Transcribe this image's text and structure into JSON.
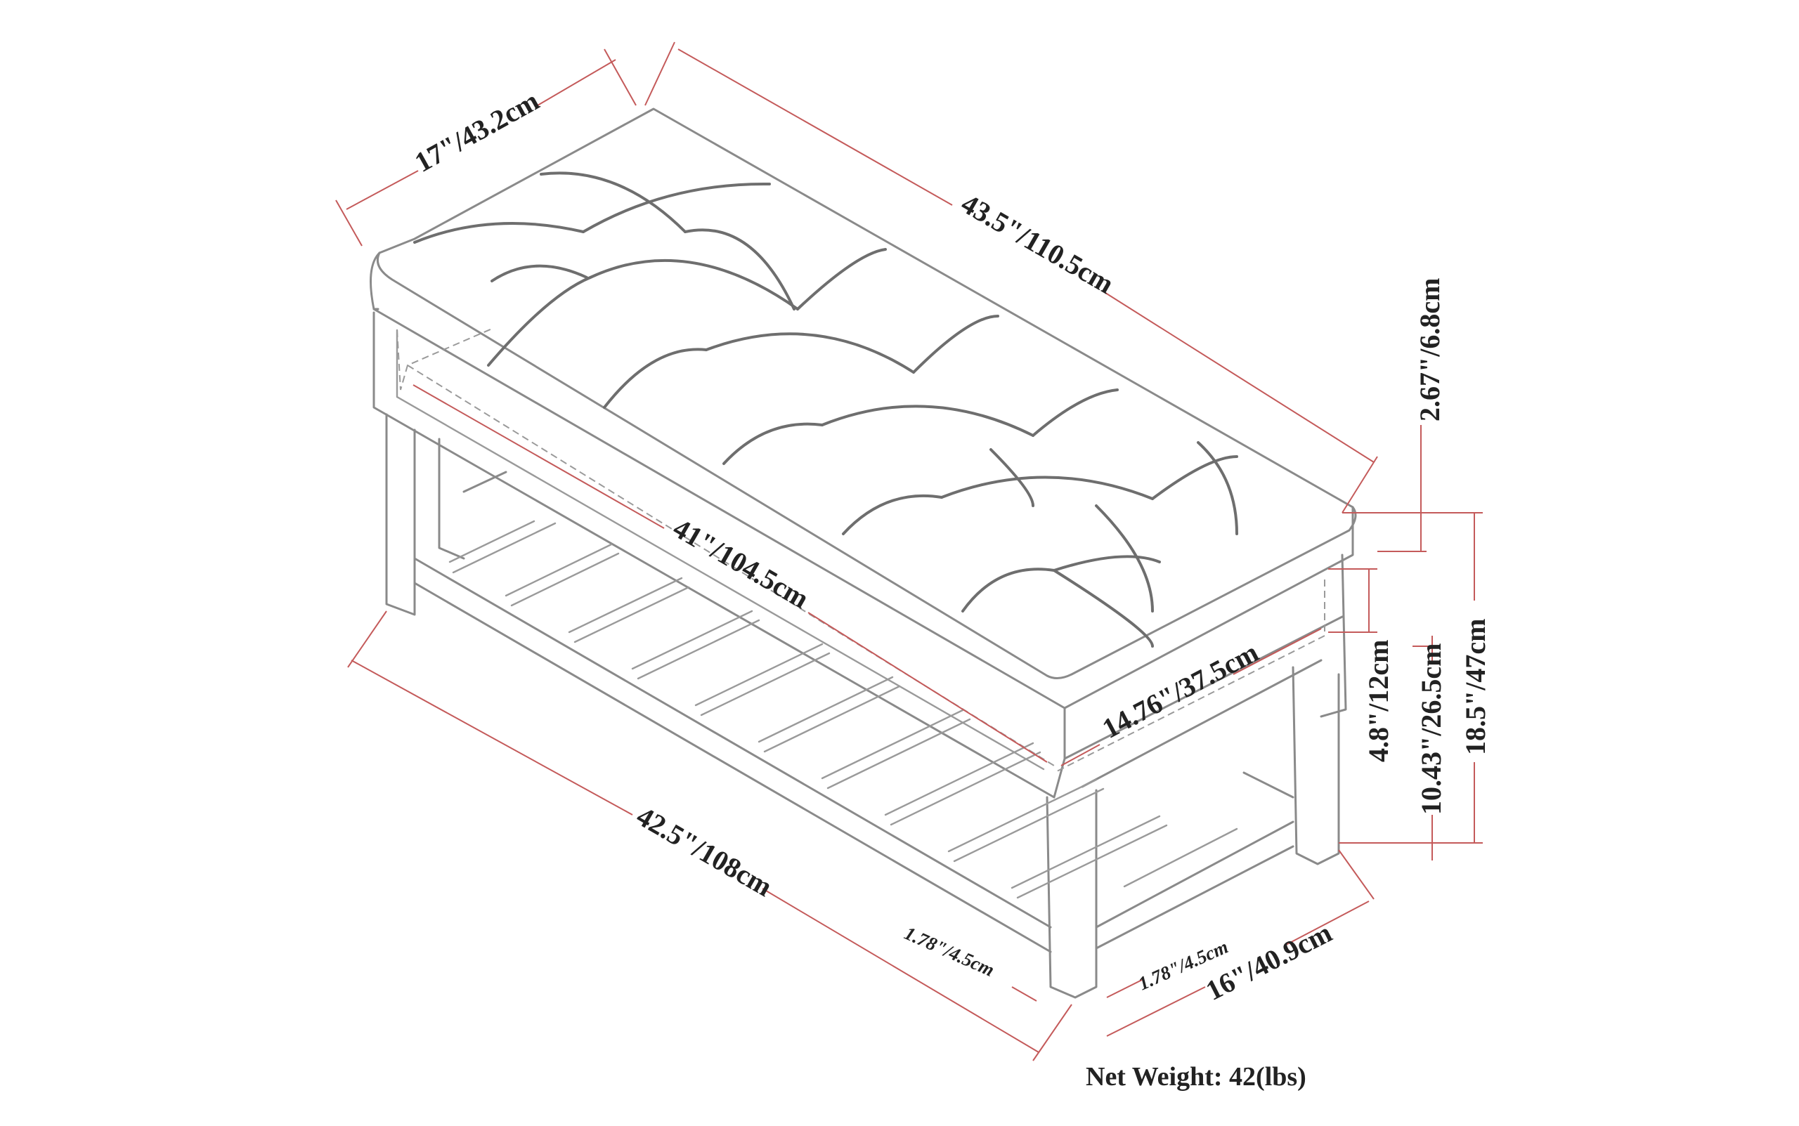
{
  "labels": {
    "depth_top": "17\"/43.2cm",
    "length_top": "43.5\"/110.5cm",
    "cushion_height": "2.67\"/6.8cm",
    "inner_length": "41\"/104.5cm",
    "inner_depth": "14.76\"/37.5cm",
    "apron_height": "4.8\"/12cm",
    "shelf_height": "10.43\"/26.5cm",
    "total_height": "18.5\"/47cm",
    "base_length": "42.5\"/108cm",
    "leg_width_front": "1.78\"/4.5cm",
    "leg_width_side": "1.78\"/4.5cm",
    "base_depth": "16\"/40.9cm"
  },
  "footer": {
    "net_weight": "Net Weight: 42(lbs)"
  },
  "colors": {
    "dimension_line": "#c45a5a",
    "outline": "#8a8a8a",
    "text": "#222222"
  }
}
